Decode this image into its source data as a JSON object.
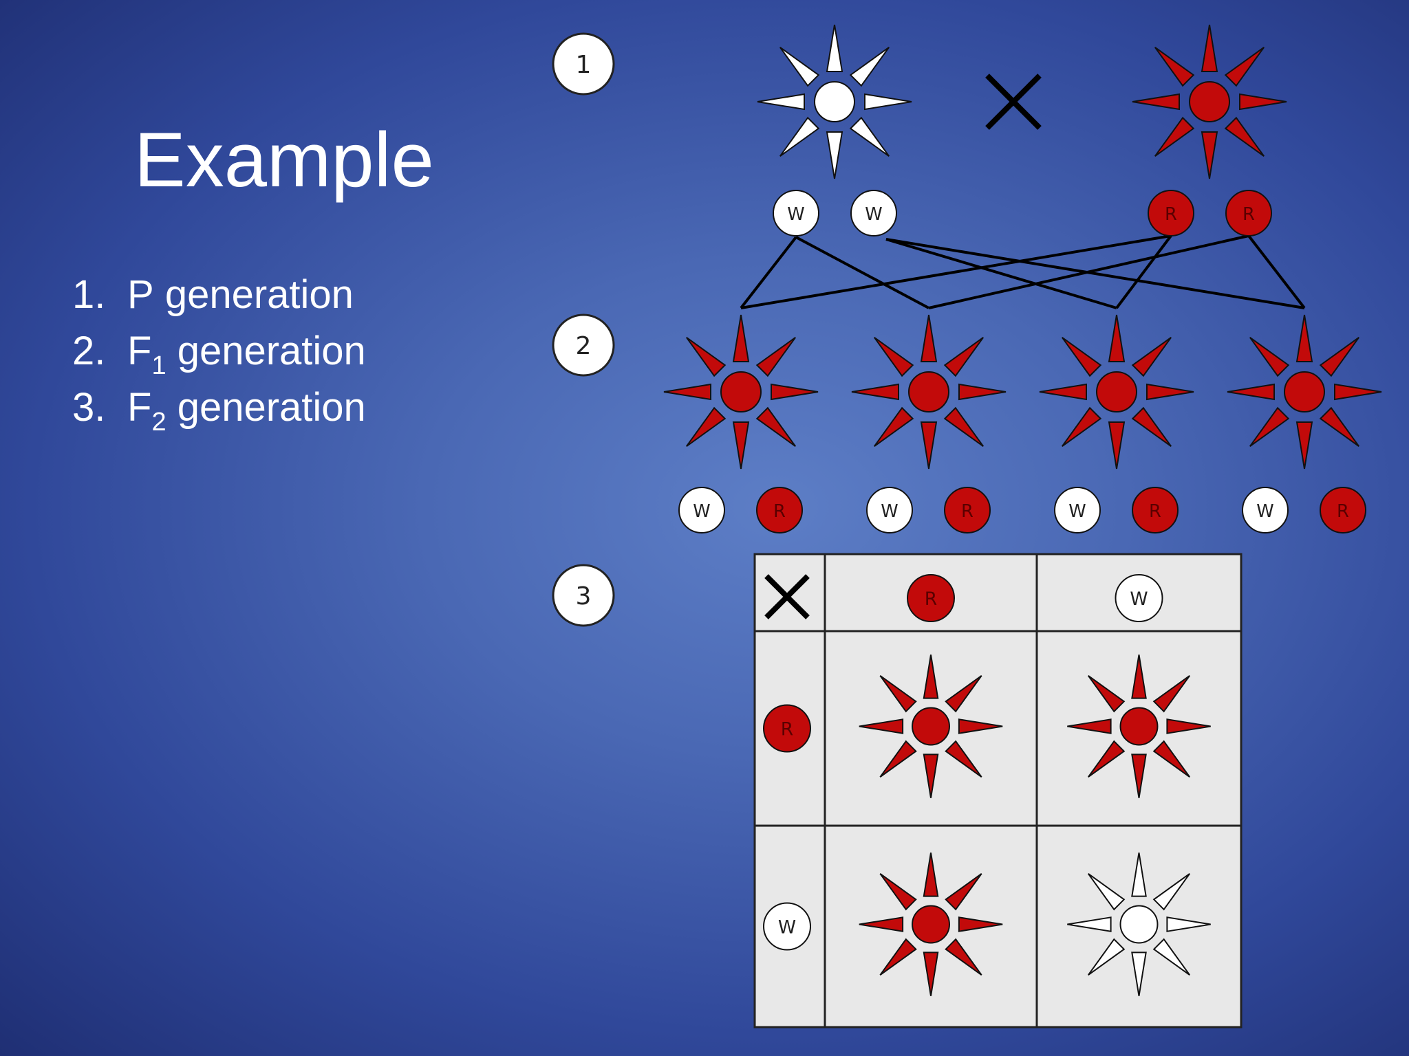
{
  "slide": {
    "title": "Example",
    "list": [
      {
        "number": "1.",
        "prefix": "P",
        "sub": "",
        "suffix": "generation"
      },
      {
        "number": "2.",
        "prefix": "F",
        "sub": "1",
        "suffix": "generation"
      },
      {
        "number": "3.",
        "prefix": "F",
        "sub": "2",
        "suffix": "generation"
      }
    ]
  },
  "diagram": {
    "steps": [
      "1",
      "2",
      "3"
    ],
    "cross_symbol": "✕",
    "alleles": {
      "white": "W",
      "red": "R"
    },
    "colors": {
      "red": "#c20a0a",
      "white": "#ffffff",
      "grid_bg": "#e8e8e8",
      "outline": "#111111"
    },
    "parents": [
      {
        "flower": "white",
        "alleles": [
          "W",
          "W"
        ]
      },
      {
        "flower": "red",
        "alleles": [
          "R",
          "R"
        ]
      }
    ],
    "f1": [
      {
        "flower": "red",
        "alleles": [
          "W",
          "R"
        ]
      },
      {
        "flower": "red",
        "alleles": [
          "W",
          "R"
        ]
      },
      {
        "flower": "red",
        "alleles": [
          "W",
          "R"
        ]
      },
      {
        "flower": "red",
        "alleles": [
          "W",
          "R"
        ]
      }
    ],
    "punnett": {
      "columns": [
        "R",
        "W"
      ],
      "rows": [
        "R",
        "W"
      ],
      "cells": [
        [
          "red",
          "red"
        ],
        [
          "red",
          "white"
        ]
      ]
    }
  }
}
